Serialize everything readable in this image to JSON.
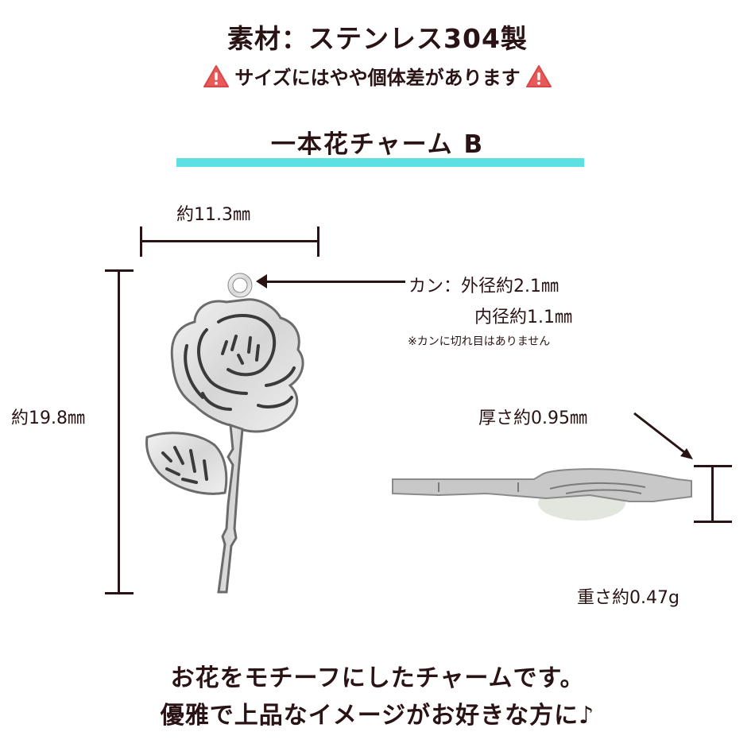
{
  "header": {
    "material": "素材：ステンレス304製",
    "warning_text": "サイズにはやや個体差があります",
    "warning_icon": "warning-triangle-icon",
    "warning_color": "#e85a5a"
  },
  "product": {
    "name": "一本花チャーム B",
    "accent_color": "#5ce0e2"
  },
  "dimensions": {
    "width": "約11.3㎜",
    "height": "約19.8㎜",
    "ring_outer": "カン：外径約2.1㎜",
    "ring_inner": "内径約1.1㎜",
    "ring_note": "※カンに切れ目はありません",
    "thickness": "厚さ約0.95㎜",
    "weight": "重さ約0.47g"
  },
  "description": {
    "line1": "お花をモチーフにしたチャームです。",
    "line2": "優雅で上品なイメージがお好きな方に♪"
  }
}
